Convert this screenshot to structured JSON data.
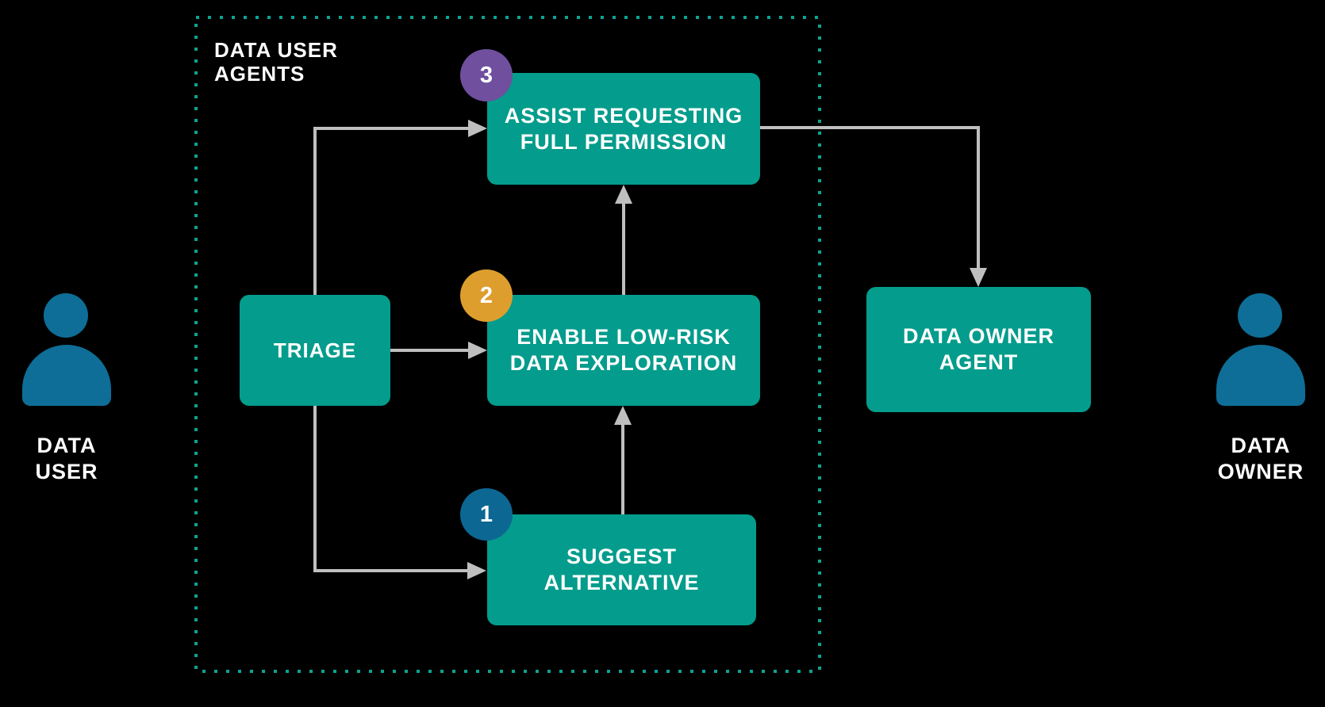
{
  "colors": {
    "background": "#000000",
    "node_teal": "#049C8C",
    "dotted_border": "#0CA493",
    "arrow_gray": "#BFBFBF",
    "badge_purple": "#6F4F9E",
    "badge_orange": "#DE9E2E",
    "badge_blue": "#0D6793",
    "person_blue": "#0E6E97",
    "label_white": "#FFFFFF"
  },
  "agents_group": {
    "label": "DATA USER\nAGENTS"
  },
  "actors": {
    "data_user": {
      "label": "DATA\nUSER"
    },
    "data_owner": {
      "label": "DATA\nOWNER"
    }
  },
  "nodes": {
    "triage": {
      "label": "TRIAGE"
    },
    "assist_requesting": {
      "step": "3",
      "label": "ASSIST REQUESTING\nFULL PERMISSION"
    },
    "enable_low_risk": {
      "step": "2",
      "label": "ENABLE LOW-RISK\nDATA EXPLORATION"
    },
    "suggest_alternative": {
      "step": "1",
      "label": "SUGGEST\nALTERNATIVE"
    },
    "data_owner_agent": {
      "label": "DATA OWNER\nAGENT"
    }
  },
  "edges": [
    {
      "from": "triage",
      "to": "assist_requesting"
    },
    {
      "from": "triage",
      "to": "enable_low_risk"
    },
    {
      "from": "triage",
      "to": "suggest_alternative"
    },
    {
      "from": "suggest_alternative",
      "to": "enable_low_risk"
    },
    {
      "from": "enable_low_risk",
      "to": "assist_requesting"
    },
    {
      "from": "assist_requesting",
      "to": "data_owner_agent"
    }
  ]
}
